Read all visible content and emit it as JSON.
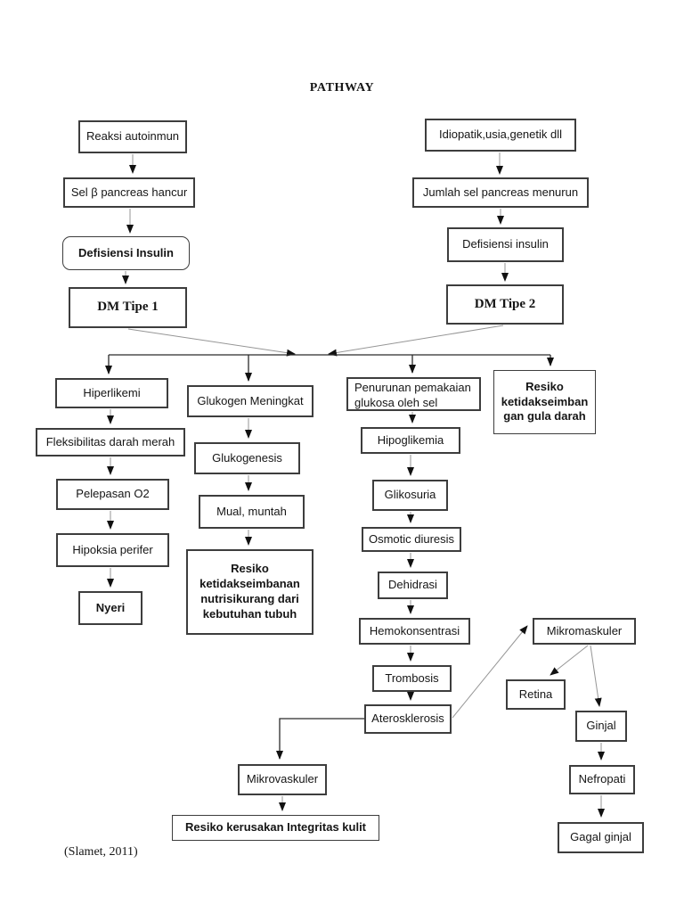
{
  "page": {
    "title": "PATHWAY",
    "citation": "(Slamet, 2011)"
  },
  "colors": {
    "box_border": "#3d3d3d",
    "connector": "#969696",
    "main_line": "#2b2b2b",
    "arrow": "#111111",
    "text": "#151515",
    "background": "#ffffff"
  },
  "nodes": {
    "reaksi_autoinmun": {
      "label": "Reaksi autoinmun"
    },
    "sel_beta_pancreas_hancur": {
      "label": "Sel β pancreas hancur"
    },
    "defisiensi_insulin_1": {
      "label": "Defisiensi Insulin"
    },
    "dm_tipe_1": {
      "label": "DM Tipe 1"
    },
    "idiopatik_usia_genetik": {
      "label": "Idiopatik,usia,genetik dll"
    },
    "jumlah_sel_pancreas_menurun": {
      "label": "Jumlah sel pancreas menurun"
    },
    "defisiensi_insulin_2": {
      "label": "Defisiensi insulin"
    },
    "dm_tipe_2": {
      "label": "DM Tipe 2"
    },
    "hiperlikemi": {
      "label": "Hiperlikemi"
    },
    "glukogen_meningkat": {
      "label": "Glukogen Meningkat"
    },
    "penurunan_pemakaian_glukosa": {
      "label": "Penurunan pemakaian\nglukosa oleh sel"
    },
    "resiko_ketidakseimbangan_gula_darah": {
      "label": "Resiko\nketidakseimban\ngan gula darah"
    },
    "fleksibilitas_darah_merah": {
      "label": "Fleksibilitas darah merah"
    },
    "pelepasan_o2": {
      "label": "Pelepasan O2"
    },
    "hipoksia_perifer": {
      "label": "Hipoksia perifer"
    },
    "nyeri": {
      "label": "Nyeri"
    },
    "glukogenesis": {
      "label": "Glukogenesis"
    },
    "mual_muntah": {
      "label": "Mual, muntah"
    },
    "resiko_ketidakseimbangan_nutrisi": {
      "label": "Resiko\nketidakseimbanan\nnutrisikurang dari\nkebutuhan tubuh"
    },
    "hipoglikemia": {
      "label": "Hipoglikemia"
    },
    "glikosuria": {
      "label": "Glikosuria"
    },
    "osmotic_diuresis": {
      "label": "Osmotic diuresis"
    },
    "dehidrasi": {
      "label": "Dehidrasi"
    },
    "hemokonsentrasi": {
      "label": "Hemokonsentrasi"
    },
    "trombosis": {
      "label": "Trombosis"
    },
    "aterosklerosis": {
      "label": "Aterosklerosis"
    },
    "mikromaskuler": {
      "label": "Mikromaskuler"
    },
    "retina": {
      "label": "Retina"
    },
    "ginjal": {
      "label": "Ginjal"
    },
    "nefropati": {
      "label": "Nefropati"
    },
    "gagal_ginjal": {
      "label": "Gagal ginjal"
    },
    "mikrovaskuler": {
      "label": "Mikrovaskuler"
    },
    "resiko_kerusakan_integritas_kulit": {
      "label": "Resiko kerusakan Integritas kulit"
    }
  }
}
